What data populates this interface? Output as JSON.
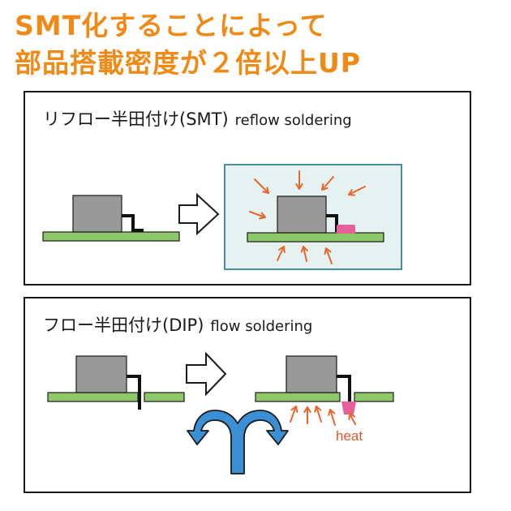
{
  "headline": {
    "line1": "SMT化することによって",
    "line2": "部品搭載密度が２倍以上UP",
    "color": "#ef8a17"
  },
  "smt_panel": {
    "title_ja": "リフロー半田付け(SMT)",
    "title_en": "reflow soldering"
  },
  "dip_panel": {
    "title_ja": "フロー半田付け(DIP)",
    "title_en": "flow soldering",
    "heat_label": "heat"
  },
  "colors": {
    "board": "#8dc76a",
    "component": "#999999",
    "solder": "#e8609a",
    "heat_arrow": "#e8662a",
    "wave": "#3b8fd4",
    "oven_border": "#4a8f9c",
    "oven_fill": "#e6f2f2",
    "heat_text": "#d75a30"
  }
}
